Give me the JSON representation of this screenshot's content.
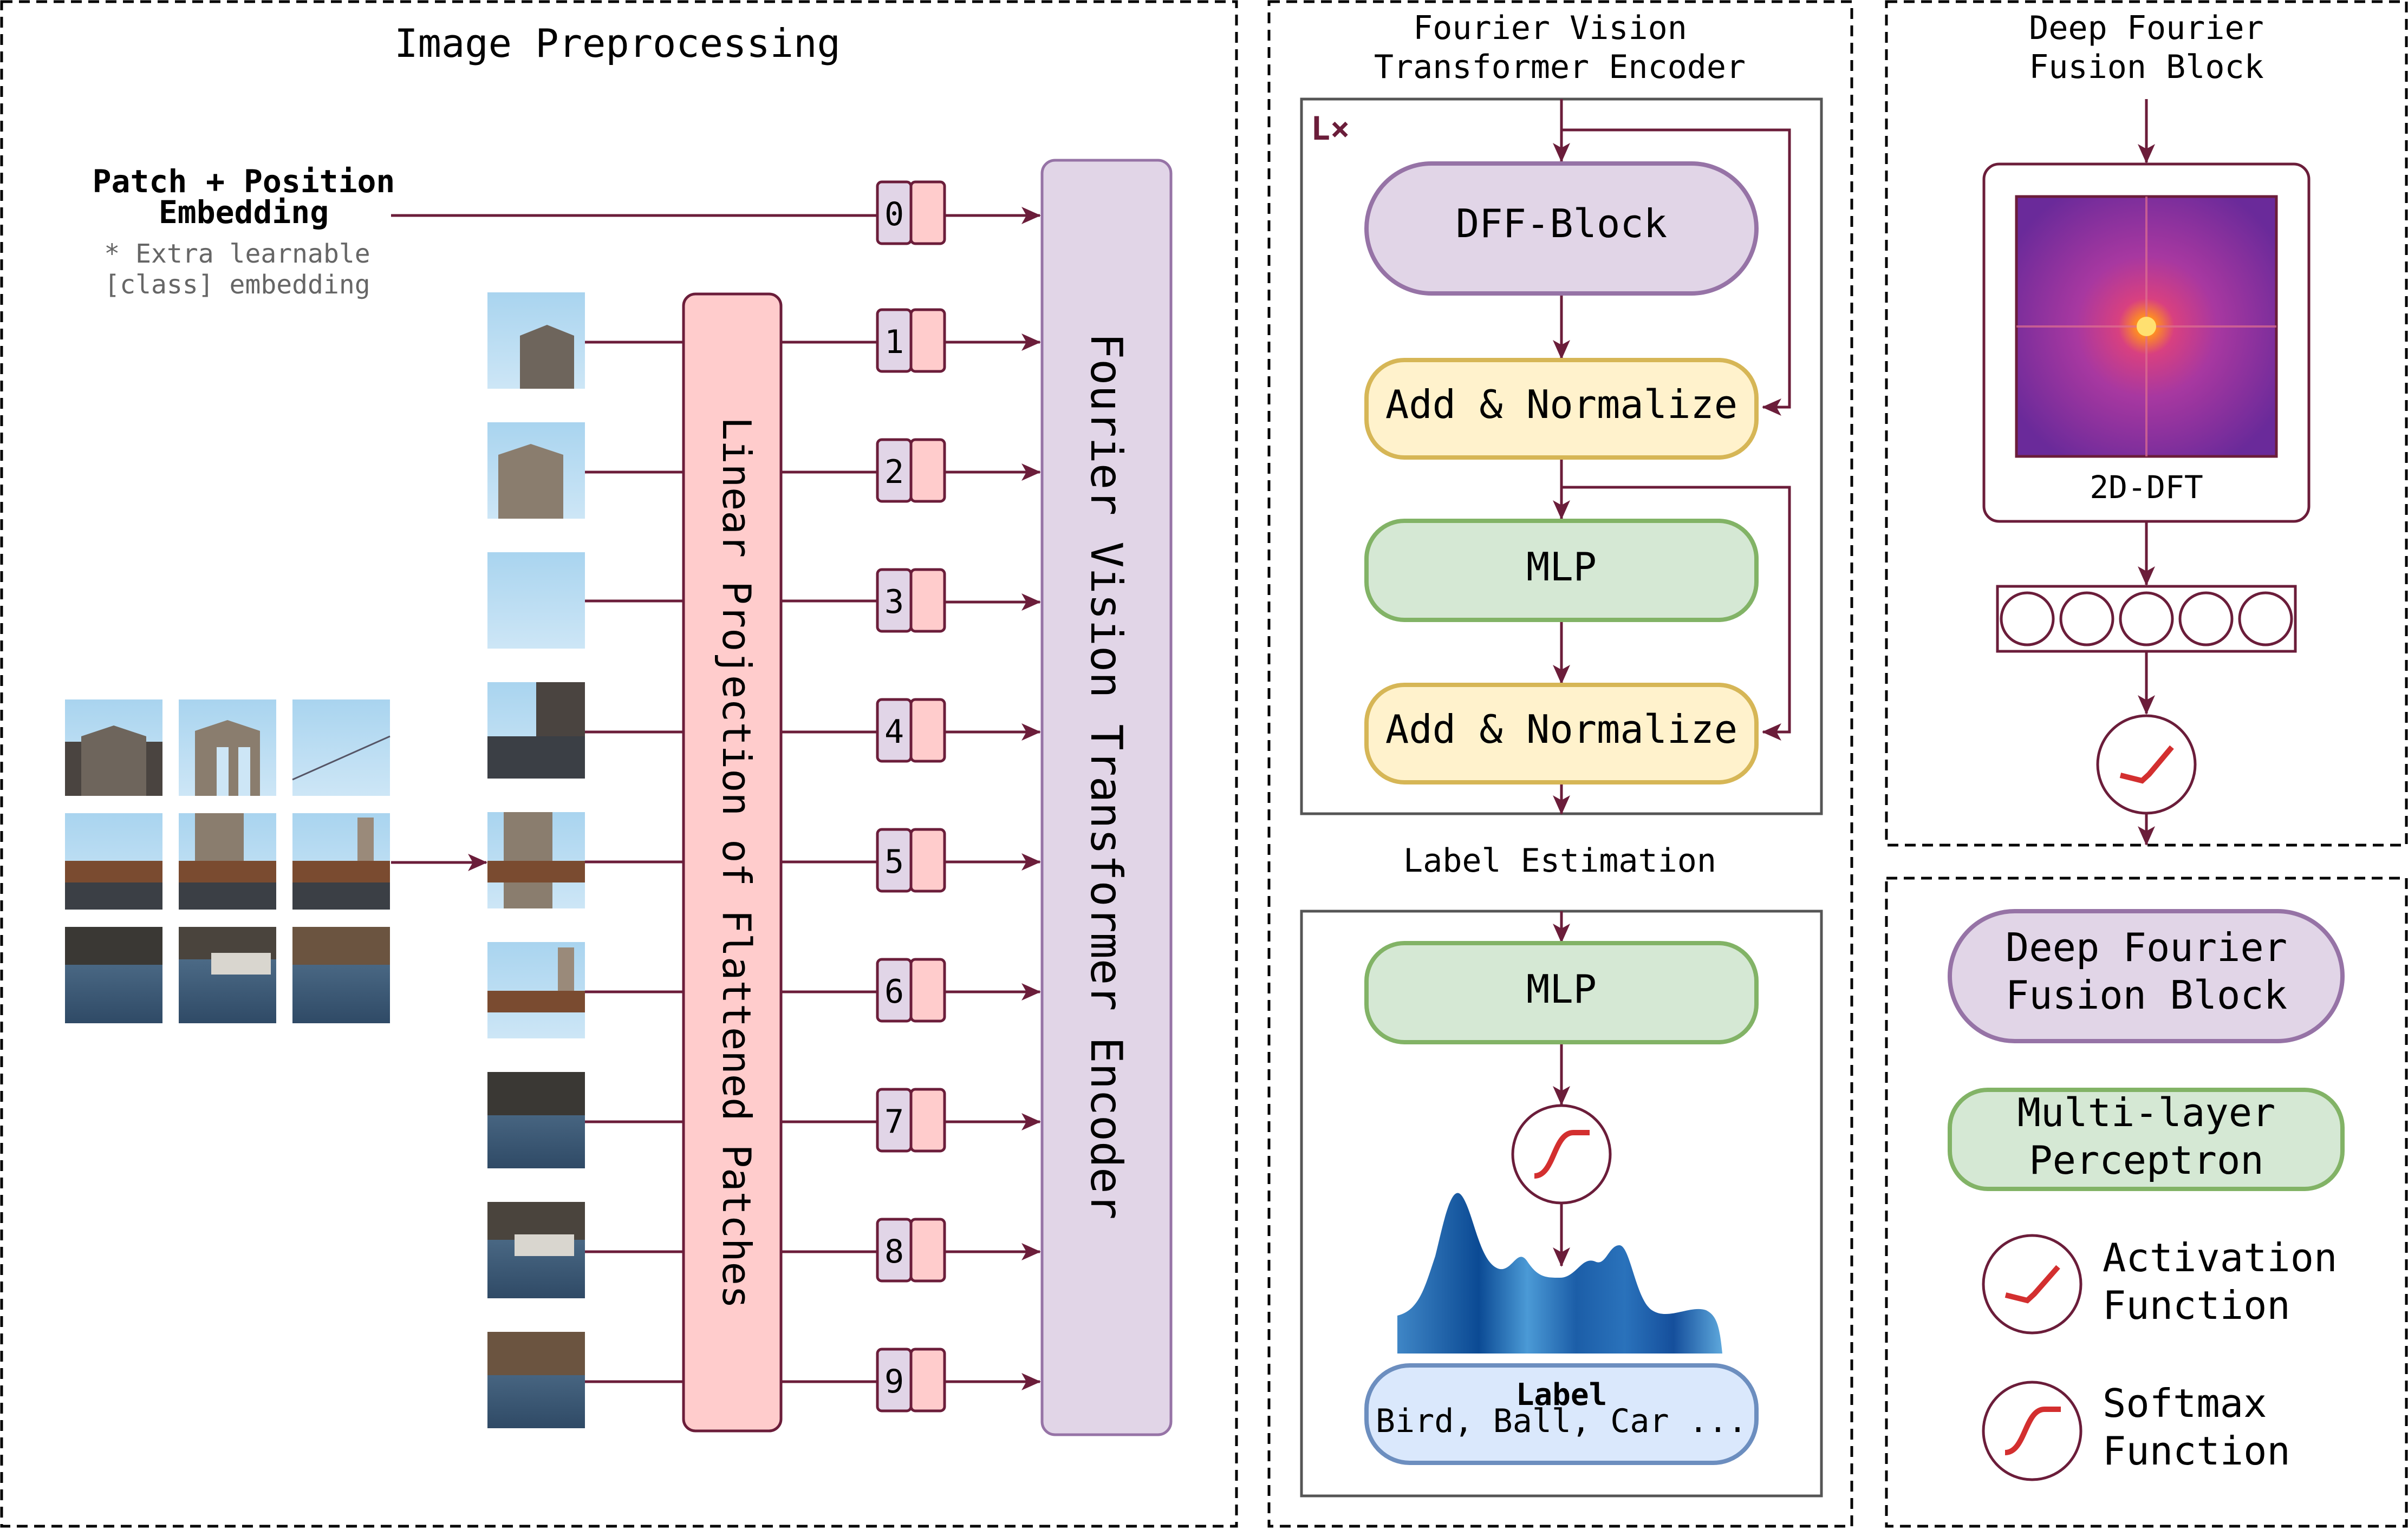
{
  "sections": {
    "preprocessing_title": "Image Preprocessing",
    "encoder_title_line1": "Fourier Vision",
    "encoder_title_line2": "Transformer Encoder",
    "dff_title_line1": "Deep Fourier",
    "dff_title_line2": "Fusion Block",
    "label_estimation_title": "Label Estimation"
  },
  "embedding": {
    "title_line1": "Patch + Position",
    "title_line2": "Embedding",
    "note_line1": "* Extra learnable",
    "note_line2": "[class] embedding"
  },
  "tokens": [
    "0",
    "1",
    "2",
    "3",
    "4",
    "5",
    "6",
    "7",
    "8",
    "9"
  ],
  "linear_projection_label": "Linear Projection of Flattened Patches",
  "transformer_encoder_label": "Fourier Vision Transformer Encoder",
  "encoder": {
    "repeat_label": "L×",
    "dff_block": "DFF-Block",
    "add_norm_1": "Add & Normalize",
    "mlp": "MLP",
    "add_norm_2": "Add & Normalize"
  },
  "label_estimation": {
    "mlp": "MLP",
    "label_title": "Label",
    "label_values": "Bird, Ball, Car ..."
  },
  "dff": {
    "dft_label": "2D-DFT",
    "neuron_count": 5
  },
  "legend": {
    "dff_line1": "Deep Fourier",
    "dff_line2": "Fusion Block",
    "mlp_line1": "Multi-layer",
    "mlp_line2": "Perceptron",
    "activation_line1": "Activation",
    "activation_line2": "Function",
    "softmax_line1": "Softmax",
    "softmax_line2": "Function"
  },
  "colors": {
    "arrow": "#6b1d3a",
    "purple_fill": "#e1d5e7",
    "purple_stroke": "#9673a6",
    "pink_fill": "#ffcccc",
    "pink_stroke": "#6b1d3a",
    "yellow_fill": "#fff2cc",
    "yellow_stroke": "#d6b656",
    "green_fill": "#d5e8d4",
    "green_stroke": "#82b366",
    "blue_fill": "#dae8fc",
    "blue_stroke": "#6c8ebf",
    "activation_curve": "#d32f2f"
  }
}
